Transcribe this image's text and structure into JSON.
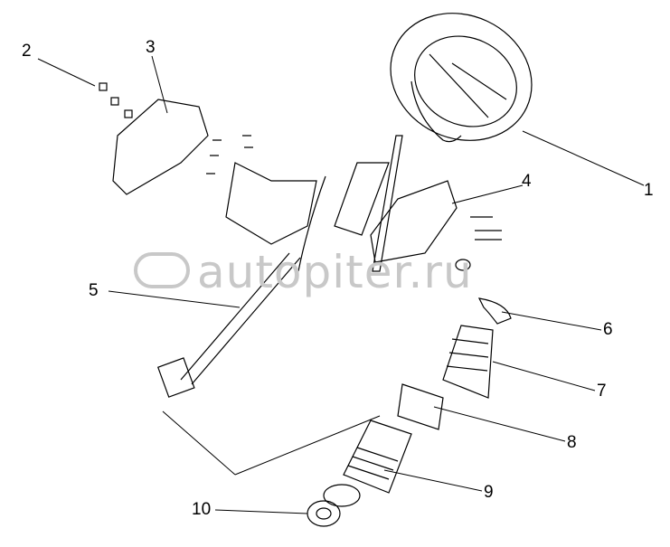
{
  "diagram": {
    "title": "Steering column assembly exploded view",
    "callouts": [
      "1",
      "2",
      "3",
      "4",
      "5",
      "6",
      "7",
      "8",
      "9",
      "10"
    ],
    "watermark": "autopiter.ru"
  },
  "colors": {
    "line": "#000000",
    "watermark": "#c8c8c8"
  }
}
